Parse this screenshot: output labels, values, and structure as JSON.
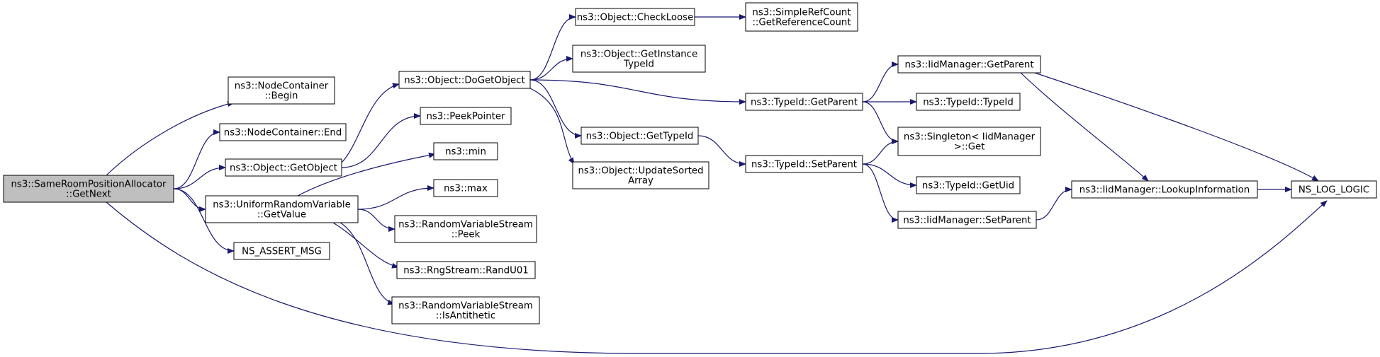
{
  "colors": {
    "edge": "#191970",
    "node_border": "#000000",
    "node_fill": "#ffffff",
    "root_fill": "#bfbfbf"
  },
  "nodes": [
    {
      "id": "root",
      "lines": [
        "ns3::SameRoomPositionAllocator",
        "::GetNext"
      ],
      "root": true
    },
    {
      "id": "nc_begin",
      "lines": [
        "ns3::NodeContainer",
        "::Begin"
      ]
    },
    {
      "id": "nc_end",
      "lines": [
        "ns3::NodeContainer::End"
      ]
    },
    {
      "id": "obj_getobject",
      "lines": [
        "ns3::Object::GetObject"
      ]
    },
    {
      "id": "urv_getvalue",
      "lines": [
        "ns3::UniformRandomVariable",
        "::GetValue"
      ]
    },
    {
      "id": "ns_assert",
      "lines": [
        "NS_ASSERT_MSG"
      ]
    },
    {
      "id": "obj_dogetobject",
      "lines": [
        "ns3::Object::DoGetObject"
      ]
    },
    {
      "id": "peekpointer",
      "lines": [
        "ns3::PeekPointer"
      ]
    },
    {
      "id": "min",
      "lines": [
        "ns3::min"
      ]
    },
    {
      "id": "max",
      "lines": [
        "ns3::max"
      ]
    },
    {
      "id": "rvs_peek",
      "lines": [
        "ns3::RandomVariableStream",
        "::Peek"
      ]
    },
    {
      "id": "randu01",
      "lines": [
        "ns3::RngStream::RandU01"
      ]
    },
    {
      "id": "rvs_isanti",
      "lines": [
        "ns3::RandomVariableStream",
        "::IsAntithetic"
      ]
    },
    {
      "id": "obj_checkloose",
      "lines": [
        "ns3::Object::CheckLoose"
      ]
    },
    {
      "id": "obj_getinstance",
      "lines": [
        "ns3::Object::GetInstance",
        "TypeId"
      ]
    },
    {
      "id": "obj_gettypeid",
      "lines": [
        "ns3::Object::GetTypeId"
      ]
    },
    {
      "id": "obj_updatesorted",
      "lines": [
        "ns3::Object::UpdateSorted",
        "Array"
      ]
    },
    {
      "id": "srefcount",
      "lines": [
        "ns3::SimpleRefCount",
        "::GetReferenceCount"
      ]
    },
    {
      "id": "typeid_getparent",
      "lines": [
        "ns3::TypeId::GetParent"
      ]
    },
    {
      "id": "typeid_setparent",
      "lines": [
        "ns3::TypeId::SetParent"
      ]
    },
    {
      "id": "iid_getparent",
      "lines": [
        "ns3::IidManager::GetParent"
      ]
    },
    {
      "id": "typeid_typeid",
      "lines": [
        "ns3::TypeId::TypeId"
      ]
    },
    {
      "id": "singleton_get",
      "lines": [
        "ns3::Singleton< IidManager",
        ">::Get"
      ]
    },
    {
      "id": "typeid_getuid",
      "lines": [
        "ns3::TypeId::GetUid"
      ]
    },
    {
      "id": "iid_setparent",
      "lines": [
        "ns3::IidManager::SetParent"
      ]
    },
    {
      "id": "iid_lookup",
      "lines": [
        "ns3::IidManager::LookupInformation"
      ]
    },
    {
      "id": "ns_log_logic",
      "lines": [
        "NS_LOG_LOGIC"
      ]
    }
  ],
  "edges": [
    [
      "root",
      "nc_begin"
    ],
    [
      "root",
      "nc_end"
    ],
    [
      "root",
      "obj_getobject"
    ],
    [
      "root",
      "urv_getvalue"
    ],
    [
      "root",
      "ns_assert"
    ],
    [
      "root",
      "ns_log_logic"
    ],
    [
      "obj_getobject",
      "obj_dogetobject"
    ],
    [
      "obj_getobject",
      "peekpointer"
    ],
    [
      "urv_getvalue",
      "min"
    ],
    [
      "urv_getvalue",
      "max"
    ],
    [
      "urv_getvalue",
      "rvs_peek"
    ],
    [
      "urv_getvalue",
      "randu01"
    ],
    [
      "urv_getvalue",
      "rvs_isanti"
    ],
    [
      "obj_dogetobject",
      "obj_checkloose"
    ],
    [
      "obj_dogetobject",
      "obj_getinstance"
    ],
    [
      "obj_dogetobject",
      "obj_gettypeid"
    ],
    [
      "obj_dogetobject",
      "obj_updatesorted"
    ],
    [
      "obj_dogetobject",
      "typeid_getparent"
    ],
    [
      "obj_checkloose",
      "srefcount"
    ],
    [
      "obj_gettypeid",
      "typeid_setparent"
    ],
    [
      "typeid_getparent",
      "iid_getparent"
    ],
    [
      "typeid_getparent",
      "typeid_typeid"
    ],
    [
      "typeid_getparent",
      "singleton_get"
    ],
    [
      "typeid_setparent",
      "singleton_get"
    ],
    [
      "typeid_setparent",
      "typeid_getuid"
    ],
    [
      "typeid_setparent",
      "iid_setparent"
    ],
    [
      "iid_getparent",
      "iid_lookup"
    ],
    [
      "iid_getparent",
      "ns_log_logic"
    ],
    [
      "iid_setparent",
      "iid_lookup"
    ],
    [
      "iid_lookup",
      "ns_log_logic"
    ]
  ]
}
